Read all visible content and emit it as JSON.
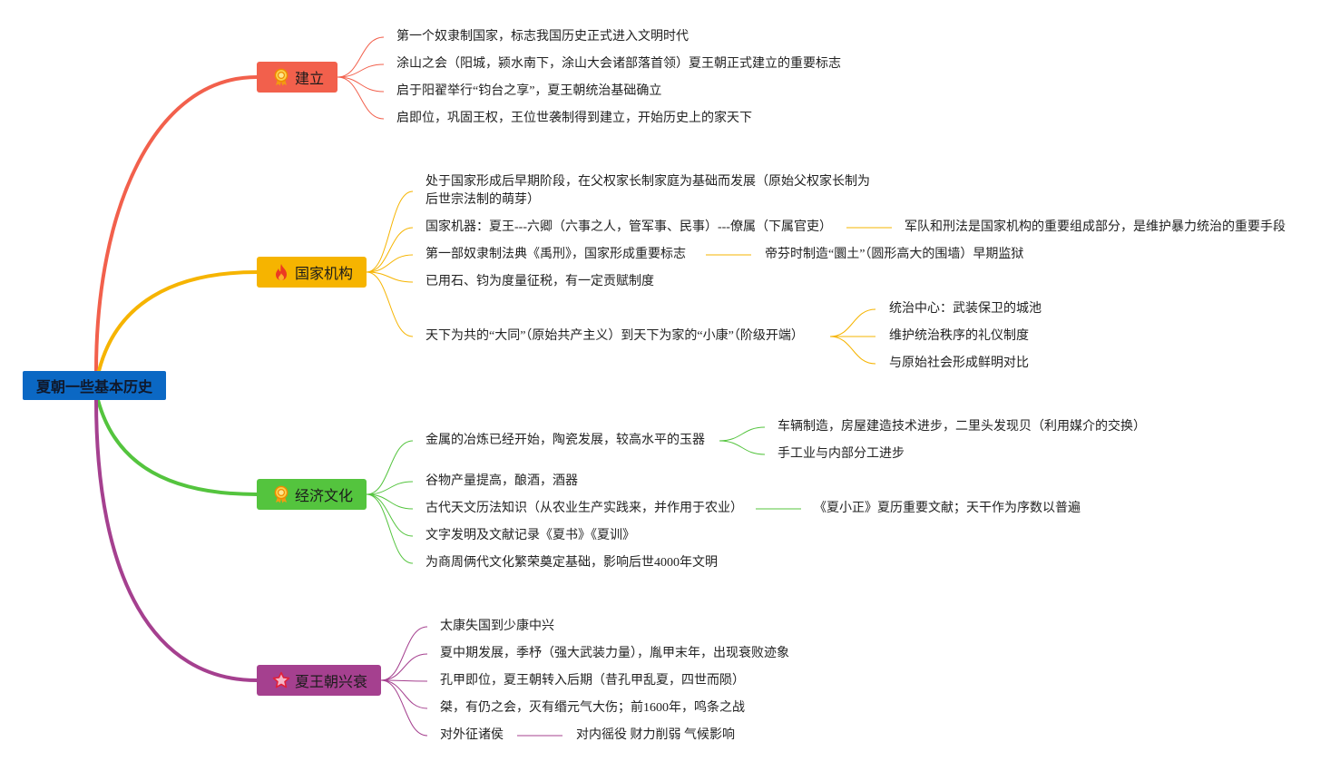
{
  "root": {
    "label": "夏朝一些基本历史",
    "color": "#0b68c4"
  },
  "branches": [
    {
      "label": "建立",
      "color": "#f2604c",
      "icon": "medal-icon",
      "leaves": [
        {
          "text": "第一个奴隶制国家，标志我国历史正式进入文明时代"
        },
        {
          "text": "涂山之会（阳城，颍水南下，涂山大会诸部落首领）夏王朝正式建立的重要标志"
        },
        {
          "text": "启于阳翟举行“钧台之享”，夏王朝统治基础确立"
        },
        {
          "text": "启即位，巩固王权，王位世袭制得到建立，开始历史上的家天下"
        }
      ]
    },
    {
      "label": "国家机构",
      "color": "#f6b400",
      "icon": "fire-icon",
      "leaves": [
        {
          "lines": [
            "处于国家形成后早期阶段，在父权家长制家庭为基础而发展（原始父权家长制为",
            "后世宗法制的萌芽）"
          ]
        },
        {
          "text": "国家机器：夏王---六卿（六事之人，管军事、民事）---僚属（下属官吏）",
          "children": [
            {
              "text": "军队和刑法是国家机构的重要组成部分，是维护暴力统治的重要手段"
            }
          ]
        },
        {
          "text": "第一部奴隶制法典《禹刑》，国家形成重要标志",
          "children": [
            {
              "text": "帝芬时制造“圜土”（圆形高大的围墙）早期监狱"
            }
          ]
        },
        {
          "text": "已用石、钧为度量征税，有一定贡赋制度"
        },
        {
          "text": "天下为共的“大同”（原始共产主义）到天下为家的“小康”（阶级开端）",
          "children": [
            {
              "text": "统治中心：武装保卫的城池"
            },
            {
              "text": "维护统治秩序的礼仪制度"
            },
            {
              "text": "与原始社会形成鲜明对比"
            }
          ]
        }
      ]
    },
    {
      "label": "经济文化",
      "color": "#54c43e",
      "icon": "medal-icon",
      "leaves": [
        {
          "text": "金属的冶炼已经开始，陶瓷发展，较高水平的玉器",
          "children": [
            {
              "text": "车辆制造，房屋建造技术进步，二里头发现贝（利用媒介的交换）"
            },
            {
              "text": "手工业与内部分工进步"
            }
          ]
        },
        {
          "text": "谷物产量提高，酿酒，酒器"
        },
        {
          "text": "古代天文历法知识（从农业生产实践来，并作用于农业）",
          "children": [
            {
              "text": "《夏小正》夏历重要文献；天干作为序数以普遍"
            }
          ]
        },
        {
          "text": "文字发明及文献记录《夏书》《夏训》"
        },
        {
          "text": "为商周俩代文化繁荣奠定基础，影响后世4000年文明"
        }
      ]
    },
    {
      "label": "夏王朝兴衰",
      "color": "#a5408f",
      "icon": "star-icon",
      "leaves": [
        {
          "text": "太康失国到少康中兴"
        },
        {
          "text": "夏中期发展，季杼（强大武装力量），胤甲末年，出现衰败迹象"
        },
        {
          "text": "孔甲即位，夏王朝转入后期（昔孔甲乱夏，四世而陨）"
        },
        {
          "text": "桀，有仍之会，灭有缗元气大伤；前1600年，鸣条之战"
        },
        {
          "text": "对外征诸侯",
          "children": [
            {
              "text": "对内徭役 财力削弱 气候影响"
            }
          ]
        }
      ]
    }
  ]
}
